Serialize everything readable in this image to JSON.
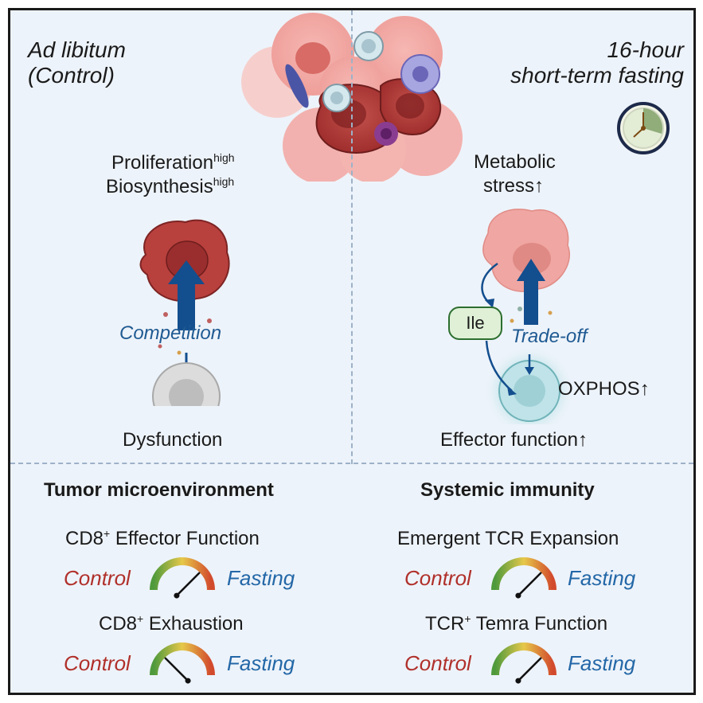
{
  "left_header": {
    "line1": "Ad libitum",
    "line2": "(Control)"
  },
  "right_header": {
    "line1": "16-hour",
    "line2": "short-term fasting"
  },
  "left_panel": {
    "prolif_base": "Proliferation",
    "prolif_sup": "high",
    "biosyn_base": "Biosynthesis",
    "biosyn_sup": "high",
    "competition": "Competition",
    "dysfunction": "Dysfunction"
  },
  "right_panel": {
    "metabolic": "Metabolic",
    "stress": "stress↑",
    "ile": "Ile",
    "tradeoff": "Trade-off",
    "oxphos": "OXPHOS↑",
    "effector": "Effector function↑"
  },
  "bottom_left": {
    "title": "Tumor microenvironment",
    "m1_base": "CD8",
    "m1_sup": "+",
    "m1_rest": " Effector Function",
    "m2_base": "CD8",
    "m2_sup": "+",
    "m2_rest": " Exhaustion",
    "control": "Control",
    "fasting": "Fasting"
  },
  "bottom_right": {
    "title": "Systemic immunity",
    "m1": "Emergent TCR Expansion",
    "m2_base": "TCR",
    "m2_sup": "+",
    "m2_rest": " Temra Function",
    "control": "Control",
    "fasting": "Fasting"
  },
  "colors": {
    "control": "#b0302b",
    "fasting": "#2367a7",
    "arrow": "#134e8e",
    "tumor": "#b8403d"
  },
  "gauges": [
    {
      "id": "tme-effector",
      "needle_level": 0.75
    },
    {
      "id": "tme-exhaustion",
      "needle_level": 0.25
    },
    {
      "id": "sys-tcr-expansion",
      "needle_level": 0.75
    },
    {
      "id": "sys-temra-function",
      "needle_level": 0.75
    }
  ]
}
